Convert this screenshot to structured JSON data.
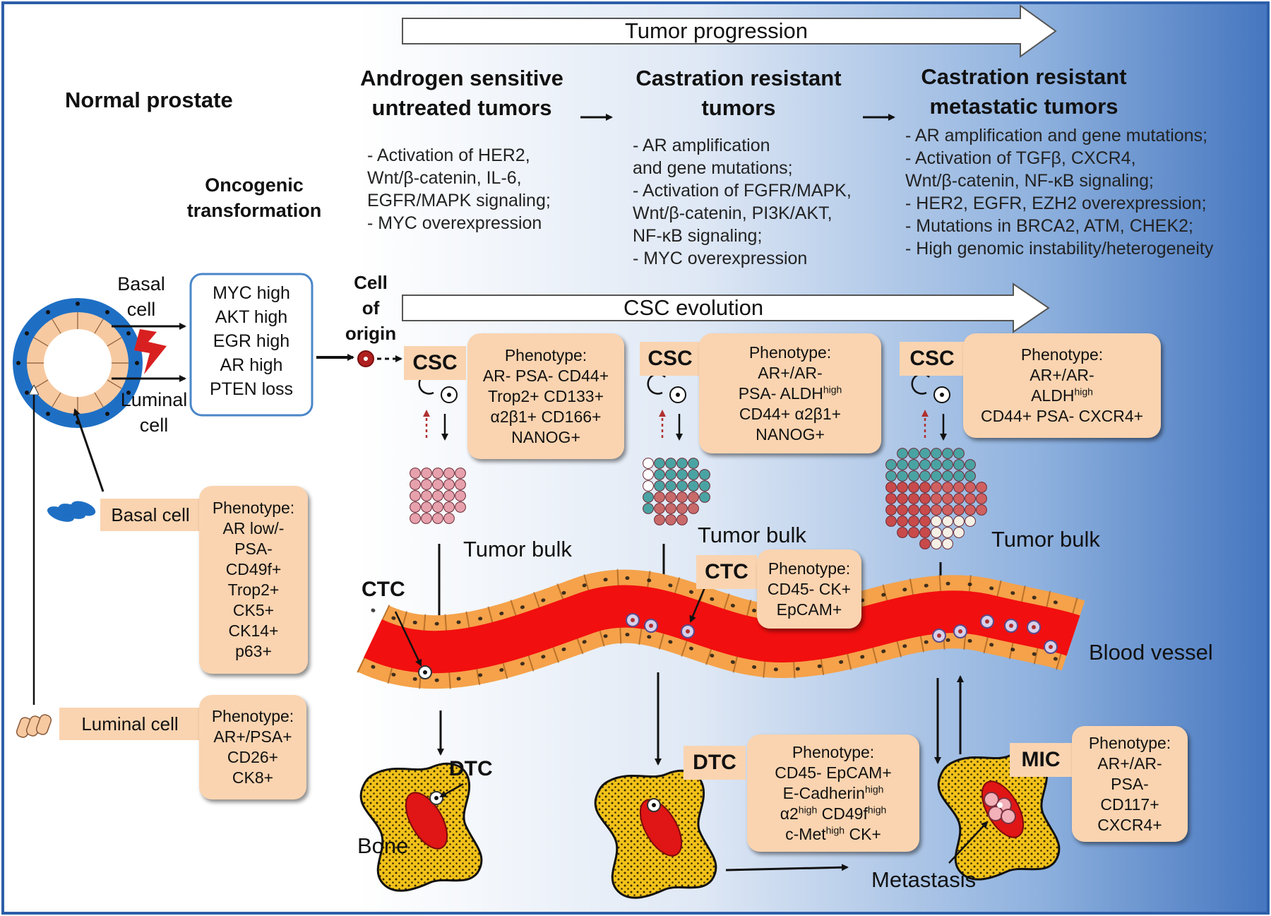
{
  "arrows": {
    "tumor_progression": "Tumor progression",
    "csc_evolution": "CSC evolution"
  },
  "normal_prostate": {
    "title": "Normal prostate",
    "oncogenic": [
      "Oncogenic",
      "transformation"
    ],
    "basal_cell_label": [
      "Basal",
      "cell"
    ],
    "luminal_cell_label": [
      "Luminal",
      "cell"
    ],
    "markers": [
      "MYC high",
      "AKT high",
      "EGR high",
      "AR high",
      "PTEN loss"
    ],
    "basal_box": {
      "label": "Basal cell",
      "phenotype": [
        "Phenotype:",
        "AR low/-",
        "PSA-",
        "CD49f+",
        "Trop2+",
        "CK5+",
        "CK14+",
        "p63+"
      ]
    },
    "luminal_box": {
      "label": "Luminal cell",
      "phenotype": [
        "Phenotype:",
        "AR+/PSA+",
        "CD26+",
        "CK8+"
      ]
    }
  },
  "cell_of_origin": [
    "Cell",
    "of",
    "origin"
  ],
  "stages": [
    {
      "title": [
        "Androgen sensitive",
        "untreated tumors"
      ],
      "features": [
        "- Activation of  HER2,",
        "Wnt/β-catenin, IL-6,",
        "EGFR/MAPK signaling;",
        "- MYC overexpression"
      ],
      "csc_label": "CSC",
      "csc_phenotype": [
        "Phenotype:",
        "AR- PSA- CD44+",
        "Trop2+ CD133+",
        "α2β1+ CD166+",
        "NANOG+"
      ],
      "bulk_label": "Tumor bulk"
    },
    {
      "title": [
        "Castration resistant",
        "tumors"
      ],
      "features": [
        "- AR amplification",
        "and gene mutations;",
        "- Activation of  FGFR/MAPK,",
        "Wnt/β-catenin, PI3K/AKT,",
        "NF-κB signaling;",
        "- MYC overexpression"
      ],
      "csc_label": "CSC",
      "csc_phenotype": [
        "Phenotype:",
        "AR+/AR-",
        "PSA- ALDH^high",
        "CD44+ α2β1+",
        "NANOG+"
      ],
      "bulk_label": "Tumor bulk"
    },
    {
      "title": [
        "Castration resistant",
        "metastatic tumors"
      ],
      "features": [
        "- AR amplification and gene mutations;",
        "- Activation of TGFβ, CXCR4,",
        "Wnt/β-catenin, NF-κB signaling;",
        "- HER2, EGFR, EZH2 overexpression;",
        "- Mutations in BRCA2, ATM, CHEK2;",
        "- High genomic instability/heterogeneity"
      ],
      "csc_label": "CSC",
      "csc_phenotype": [
        "Phenotype:",
        "AR+/AR-",
        "ALDH^high",
        "CD44+ PSA- CXCR4+"
      ],
      "bulk_label": "Tumor bulk"
    }
  ],
  "ctc": {
    "label": "CTC",
    "phenotype": [
      "Phenotype:",
      "CD45- CK+",
      "EpCAM+"
    ]
  },
  "blood_vessel": "Blood vessel",
  "dtc": {
    "label": "DTC",
    "phenotype": [
      "Phenotype:",
      "CD45- EpCAM+",
      "E-Cadherin^high",
      "α2^high  CD49f^high",
      "c-Met^high CK+"
    ]
  },
  "mic": {
    "label": "MIC",
    "phenotype": [
      "Phenotype:",
      "AR+/AR-",
      "PSA-",
      "CD117+",
      "CXCR4+"
    ]
  },
  "bone": "Bone",
  "metastasis": "Metastasis",
  "colors": {
    "background_start": "#ffffff",
    "background_end": "#4a7fc4",
    "box_fill": "#fad4b0",
    "vessel_red": "#f20f0f",
    "endothelial_orange": "#f5a24a",
    "bone_yellow": "#f2c21a",
    "basal_blue": "#1e6fc4",
    "outline_blue": "#4a86c8"
  }
}
